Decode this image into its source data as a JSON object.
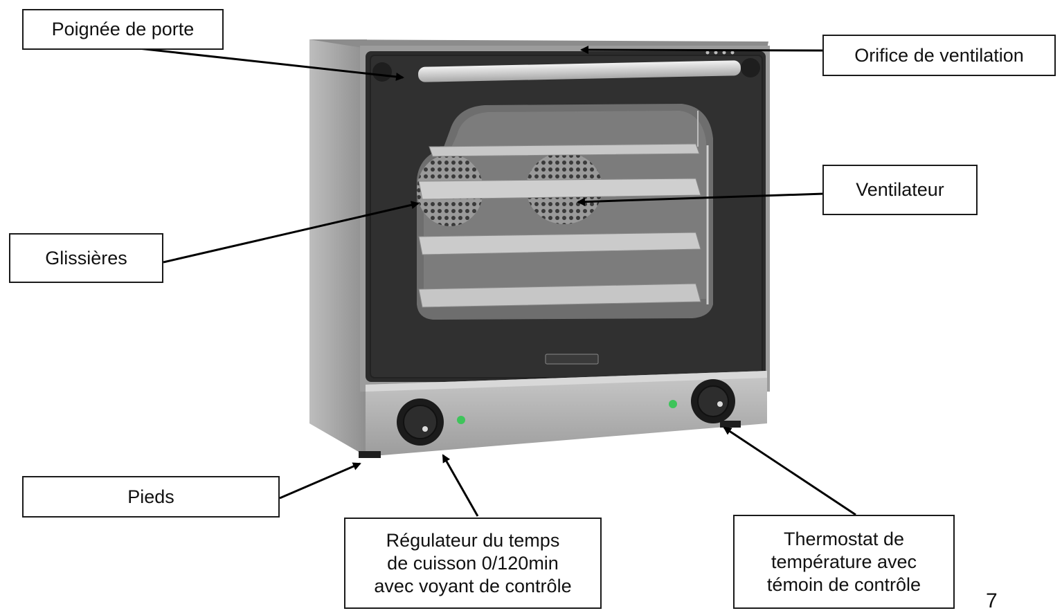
{
  "labels": {
    "door_handle": "Poignée de porte",
    "vent_opening": "Orifice de ventilation",
    "fan": "Ventilateur",
    "rails": "Glissières",
    "feet": "Pieds",
    "timer": [
      "Régulateur du temps",
      "de cuisson 0/120min",
      "avec voyant de contrôle"
    ],
    "thermostat": [
      "Thermostat de",
      "température avec",
      "témoin de contrôle"
    ]
  },
  "page_number": "7",
  "colors": {
    "oven_body": "#a9a9a9",
    "door_glass": "#2b2b2b",
    "control_panel": "#b5b5b5",
    "indicator_light": "#3ec45a"
  }
}
